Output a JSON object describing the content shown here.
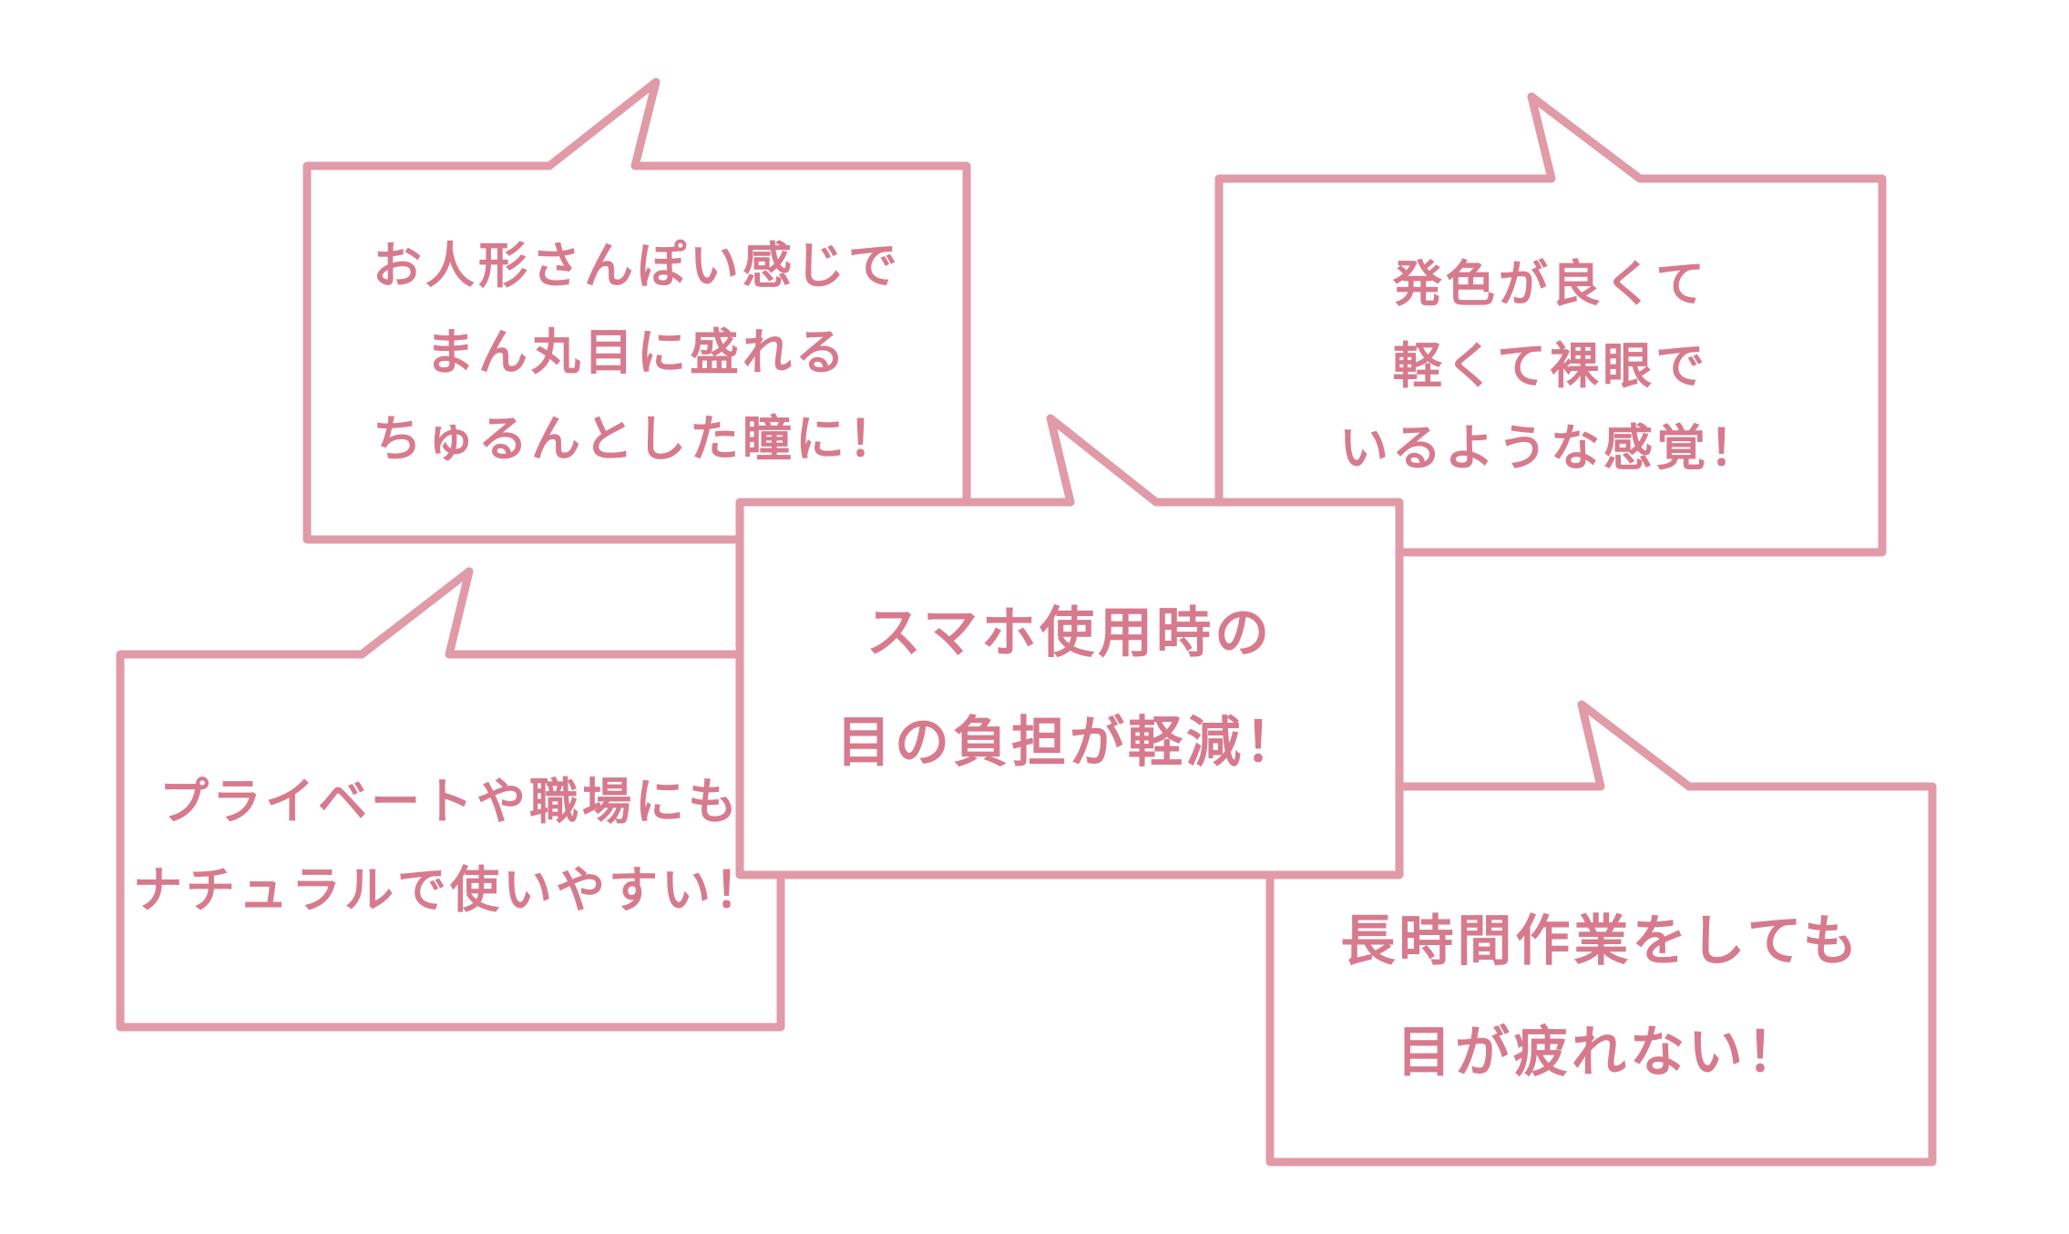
{
  "colors": {
    "border": "#e19aa8",
    "text": "#d77a8d",
    "background": "#ffffff"
  },
  "bubbles": {
    "top_left": {
      "lines": [
        "お人形さんぽい感じで",
        "まん丸目に盛れる",
        "ちゅるんとした瞳に！"
      ]
    },
    "top_right": {
      "lines": [
        "発色が良くて",
        "軽くて裸眼で",
        "いるような感覚！"
      ]
    },
    "bottom_left": {
      "lines": [
        "プライベートや職場にも",
        "ナチュラルで使いやすい！"
      ]
    },
    "center": {
      "lines": [
        "スマホ使用時の",
        "目の負担が軽減！"
      ]
    },
    "bottom_right": {
      "lines": [
        "長時間作業をしても",
        "目が疲れない！"
      ]
    }
  }
}
